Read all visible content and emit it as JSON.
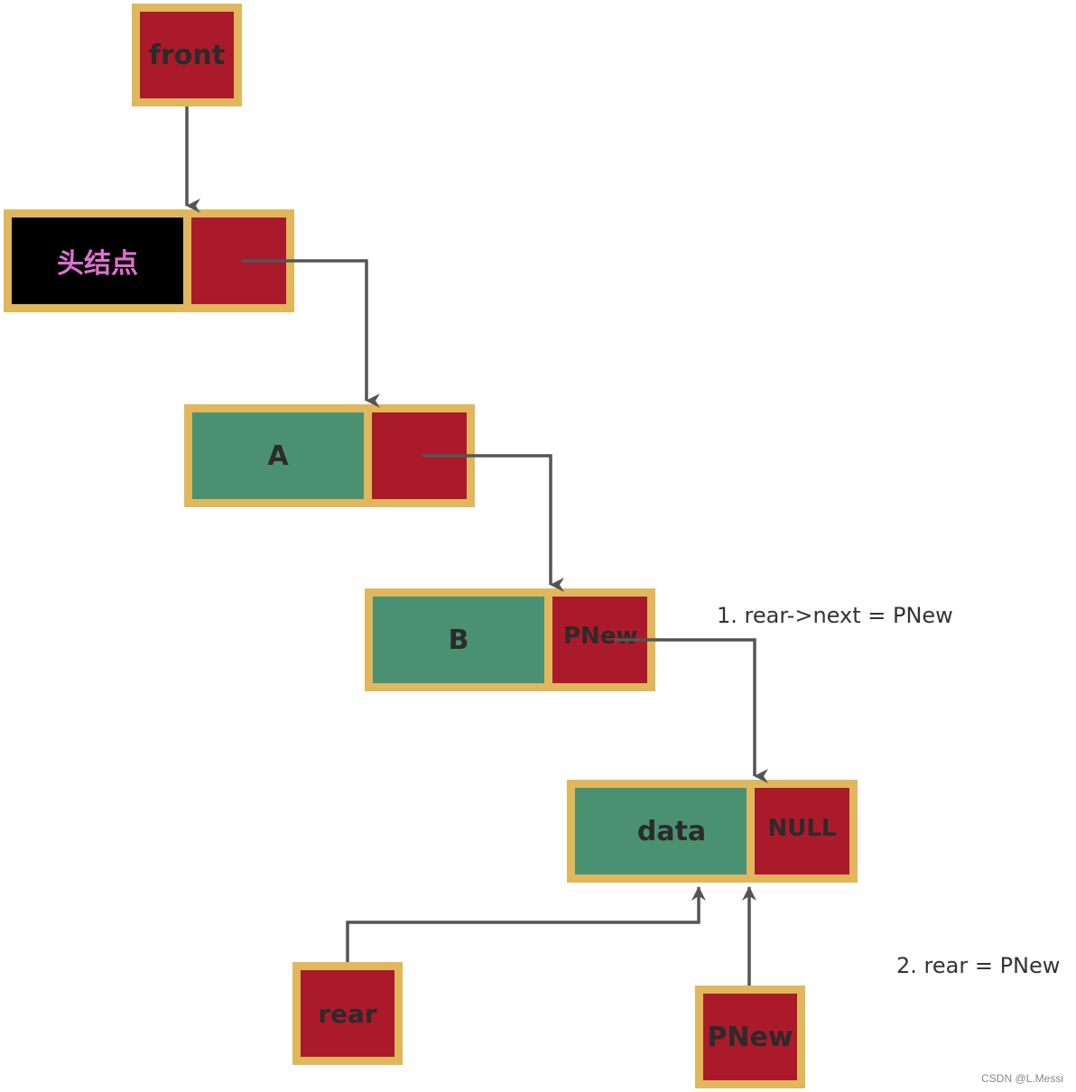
{
  "nodes": {
    "front": "front",
    "head": "头结点",
    "a": "A",
    "b_data": "B",
    "b_next": "PNew",
    "new_data": "data",
    "new_next": "NULL",
    "rear": "rear",
    "pnew": "PNew"
  },
  "annotations": {
    "step1": "1. rear->next = PNew",
    "step2": "2. rear = PNew"
  },
  "watermark": "CSDN @L.Messi",
  "colors": {
    "border": "#e1b75c",
    "pointer_cell": "#ab1a2b",
    "data_cell": "#4a9172",
    "head_cell": "#000000",
    "head_text": "#e070d0",
    "arrow": "#555555"
  }
}
